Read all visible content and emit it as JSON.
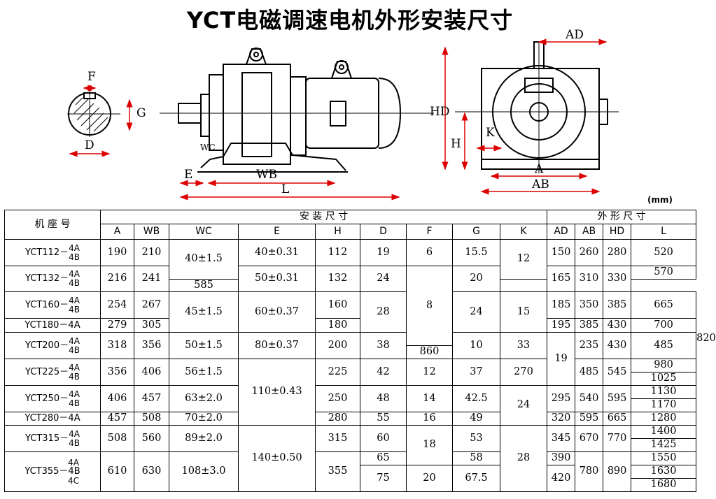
{
  "title": "YCT电磁调速电机外形安装尺寸",
  "unit": "(mm)",
  "drawing_labels": {
    "F": "F",
    "G": "G",
    "D": "D",
    "WC": "WC",
    "E": "E",
    "WB": "WB",
    "L": "L",
    "AD": "AD",
    "HD": "HD",
    "H": "H",
    "K": "K",
    "A": "A",
    "AB": "AB"
  },
  "table": {
    "group_model": "机 座 号",
    "group_install": "安 装 尺 寸",
    "group_outline": "外 形 尺 寸",
    "columns": [
      "A",
      "WB",
      "WC",
      "E",
      "H",
      "D",
      "F",
      "G",
      "K",
      "AD",
      "AB",
      "HD",
      "L"
    ],
    "rows": {
      "yct112": {
        "base": "YCT112－",
        "a": "4A",
        "b": "4B",
        "A": "190",
        "WB": "210",
        "H": "112",
        "D": "19",
        "F": "6",
        "G": "15.5",
        "AD": "150",
        "AB": "260",
        "HD": "280",
        "L": "520"
      },
      "yct132": {
        "base": "YCT132－",
        "a": "4A",
        "b": "4B",
        "A": "216",
        "WB": "241",
        "H": "132",
        "D": "24",
        "G": "20",
        "AD": "165",
        "AB": "310",
        "HD": "330",
        "L1": "570",
        "L2": "585"
      },
      "yct160": {
        "base": "YCT160－",
        "a": "4A",
        "b": "4B",
        "A": "254",
        "WB": "267",
        "H": "160",
        "AD": "185",
        "AB": "350",
        "HD": "385",
        "L": "665"
      },
      "yct180": {
        "model": "YCT180－4A",
        "A": "279",
        "WB": "305",
        "H": "180",
        "AD": "195",
        "AB": "385",
        "HD": "430",
        "L": "700"
      },
      "yct200": {
        "base": "YCT200－",
        "a": "4A",
        "b": "4B",
        "A": "318",
        "WB": "356",
        "WC": "50±1.5",
        "E": "80±0.37",
        "H": "200",
        "D": "38",
        "F": "10",
        "G": "33",
        "AD": "235",
        "AB": "430",
        "HD": "485",
        "L1": "820",
        "L2": "860"
      },
      "yct225": {
        "base": "YCT225－",
        "a": "4A",
        "b": "4B",
        "A": "356",
        "WB": "406",
        "WC": "56±1.5",
        "H": "225",
        "D": "42",
        "F": "12",
        "G": "37",
        "AD": "270",
        "AB": "485",
        "HD": "545",
        "L1": "980",
        "L2": "1025"
      },
      "yct250": {
        "base": "YCT250－",
        "a": "4A",
        "b": "4B",
        "A": "406",
        "WB": "457",
        "WC": "63±2.0",
        "H": "250",
        "D": "48",
        "F": "14",
        "G": "42.5",
        "AD": "295",
        "AB": "540",
        "HD": "595",
        "L1": "1130",
        "L2": "1170"
      },
      "yct280": {
        "model": "YCT280－4A",
        "A": "457",
        "WB": "508",
        "WC": "70±2.0",
        "H": "280",
        "D": "55",
        "F": "16",
        "G": "49",
        "AD": "320",
        "AB": "595",
        "HD": "665",
        "L": "1280"
      },
      "yct315": {
        "base": "YCT315－",
        "a": "4A",
        "b": "4B",
        "A": "508",
        "WB": "560",
        "WC": "89±2.0",
        "H": "315",
        "D": "60",
        "G": "53",
        "AD": "345",
        "AB": "670",
        "HD": "770",
        "L1": "1400",
        "L2": "1425"
      },
      "yct355": {
        "top": "4A",
        "base": "YCT355－4B",
        "bottom": "4C",
        "A": "610",
        "WB": "630",
        "WC": "108±3.0",
        "H": "355",
        "D1": "65",
        "D2": "75",
        "F": "20",
        "G1": "58",
        "G2": "67.5",
        "AD1": "390",
        "AD2": "420",
        "AB": "780",
        "HD": "890",
        "L1": "1550",
        "L2": "1630",
        "L3": "1680"
      }
    },
    "merged": {
      "wc_112_132": "40±1.5",
      "e_112": "40±0.31",
      "e_132": "50±0.31",
      "f_132_160_180": "8",
      "k_112_132": "12",
      "wc_160_180": "45±1.5",
      "e_160_180": "60±0.37",
      "d_160_180": "28",
      "g_160_180": "24",
      "k_160_180": "15",
      "k_200_225": "19",
      "e_225_280": "110±0.43",
      "k_250_280": "24",
      "e_315_355": "140±0.50",
      "f_315_355a": "18",
      "k_315_355": "28"
    }
  }
}
